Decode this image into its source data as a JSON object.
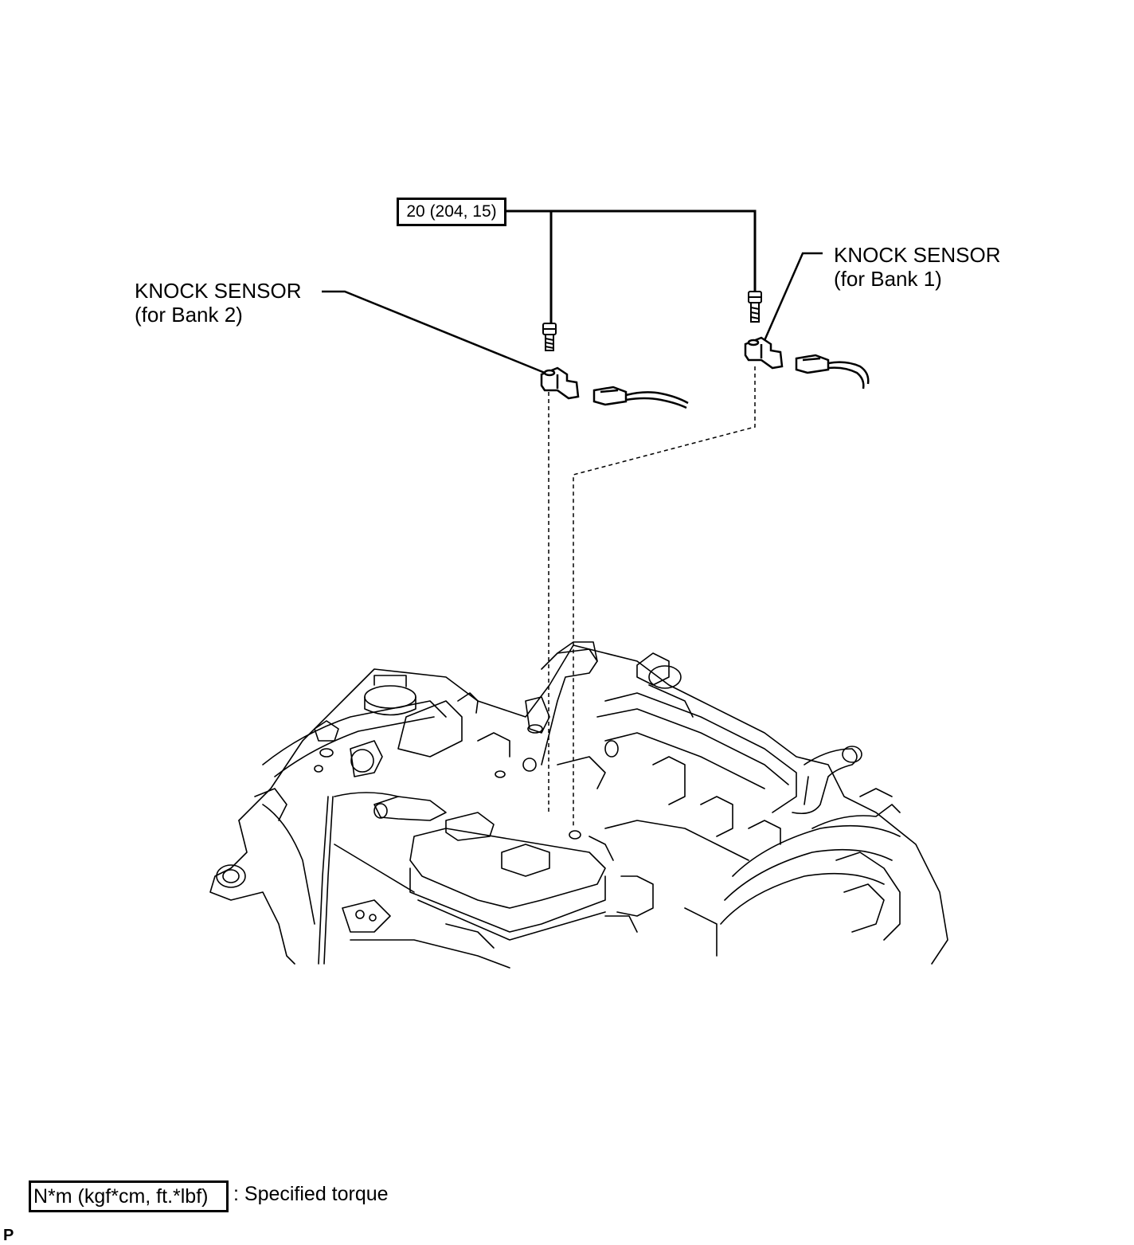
{
  "torque_value": "20 (204, 15)",
  "sensor_bank2": {
    "line1": "KNOCK SENSOR",
    "line2": "(for Bank 2)"
  },
  "sensor_bank1": {
    "line1": "KNOCK SENSOR",
    "line2": "(for Bank 1)"
  },
  "legend": {
    "unit": "N*m (kgf*cm, ft.*lbf)",
    "description": ": Specified torque"
  },
  "corner_mark": "P"
}
